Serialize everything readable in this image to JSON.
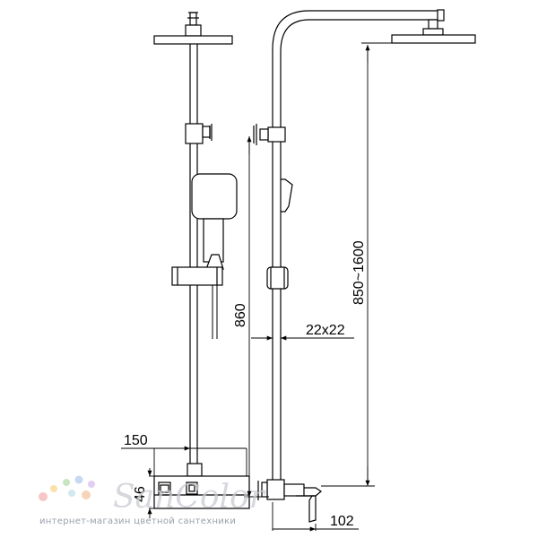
{
  "dimensions": {
    "d150": "150",
    "d46": "46",
    "d860": "860",
    "d22x22": "22x22",
    "d850_1600": "850~1600",
    "d102": "102"
  },
  "watermark": {
    "logo_text": "SanColor",
    "tagline": "интернет-магазин цветной сантехники",
    "dot_colors": [
      "#f7c6c6",
      "#f9e2a8",
      "#c7e6c0",
      "#c6d9f3",
      "#e3cdf1",
      "#f6d4b8",
      "#cfe9ef"
    ]
  }
}
